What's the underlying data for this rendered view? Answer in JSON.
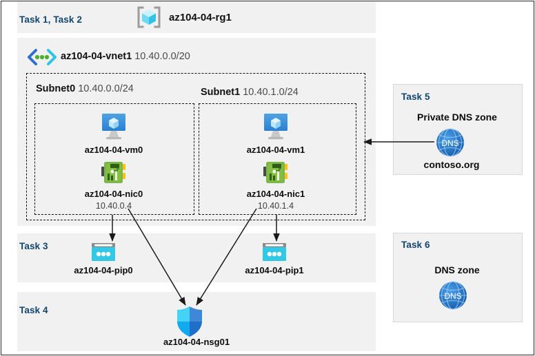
{
  "diagram": {
    "title": "az104-04-rg1",
    "resource_group": {
      "task_label": "Task 1, Task 2",
      "name": "az104-04-rg1",
      "icon": "resource-group-icon"
    },
    "vnet": {
      "name": "az104-04-vnet1",
      "cidr": "10.40.0.0/20",
      "icon": "virtual-network-icon"
    },
    "subnets": [
      {
        "name": "Subnet0",
        "cidr": "10.40.0.0/24"
      },
      {
        "name": "Subnet1",
        "cidr": "10.40.1.0/24"
      }
    ],
    "vms": [
      {
        "name": "az104-04-vm0",
        "icon": "virtual-machine-icon"
      },
      {
        "name": "az104-04-vm1",
        "icon": "virtual-machine-icon"
      }
    ],
    "nics": [
      {
        "name": "az104-04-nic0",
        "ip": "10.40.0.4",
        "icon": "network-interface-icon"
      },
      {
        "name": "az104-04-nic1",
        "ip": "10.40.1.4",
        "icon": "network-interface-icon"
      }
    ],
    "public_ips": {
      "task_label": "Task 3",
      "items": [
        {
          "name": "az104-04-pip0",
          "icon": "public-ip-icon"
        },
        {
          "name": "az104-04-pip1",
          "icon": "public-ip-icon"
        }
      ]
    },
    "nsg": {
      "task_label": "Task 4",
      "name": "az104-04-nsg01",
      "icon": "network-security-group-icon"
    },
    "private_dns_zone": {
      "task_label": "Task 5",
      "title": "Private DNS zone",
      "zone_name": "contoso.org",
      "icon": "dns-zone-icon"
    },
    "dns_zone": {
      "task_label": "Task 6",
      "title": "DNS zone",
      "icon": "dns-zone-icon"
    }
  },
  "colors": {
    "task_text": "#10456e",
    "panel_fill": "#f1f1f1",
    "border": "#2b2b2b",
    "dashed": "#111111",
    "nic_green": "#7ab648",
    "pip_cyan": "#32c8e8",
    "dns_blue": "#1c76d2",
    "vm_blue": "#3a8fd8",
    "rg_cyan": "#59d9f5"
  }
}
